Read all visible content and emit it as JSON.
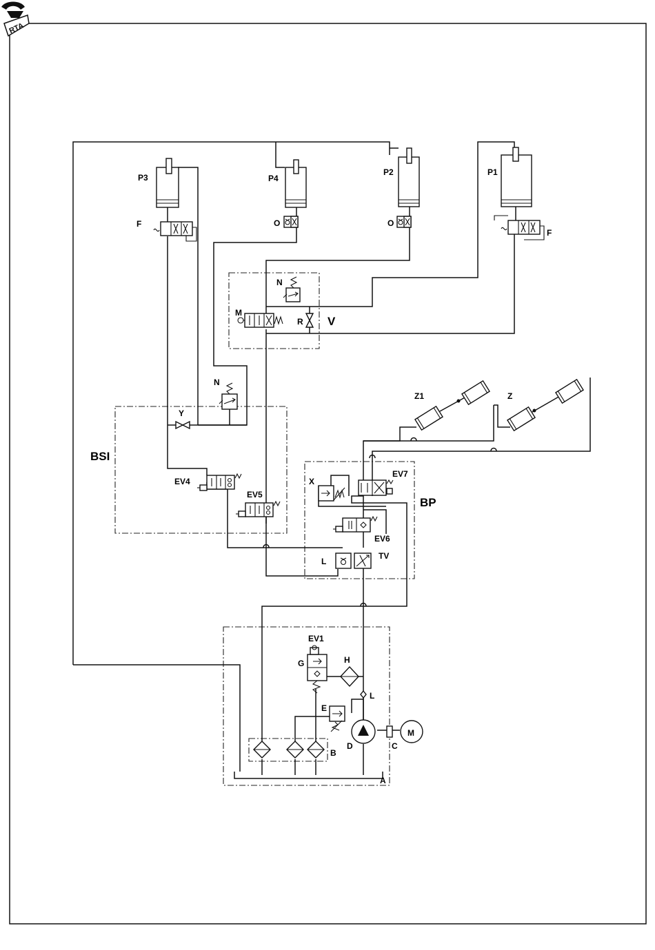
{
  "labels": {
    "p3": "P3",
    "p4": "P4",
    "p2": "P2",
    "p1": "P1",
    "f_left": "F",
    "f_right": "F",
    "o_p4": "O",
    "o_p2": "O",
    "n_top": "N",
    "m": "M",
    "r": "R",
    "v": "V",
    "n_bsi": "N",
    "y": "Y",
    "bsi": "BSI",
    "ev4": "EV4",
    "ev5": "EV5",
    "z1": "Z1",
    "z": "Z",
    "x": "X",
    "ev7": "EV7",
    "bp": "BP",
    "ev6": "EV6",
    "l_bp": "L",
    "tv": "TV",
    "ev1": "EV1",
    "g": "G",
    "h": "H",
    "l_pump": "L",
    "e": "E",
    "d": "D",
    "c": "C",
    "motor": "M",
    "b": "B",
    "a": "A"
  },
  "icons": {
    "corner_logo": "rta-logo-icon"
  }
}
